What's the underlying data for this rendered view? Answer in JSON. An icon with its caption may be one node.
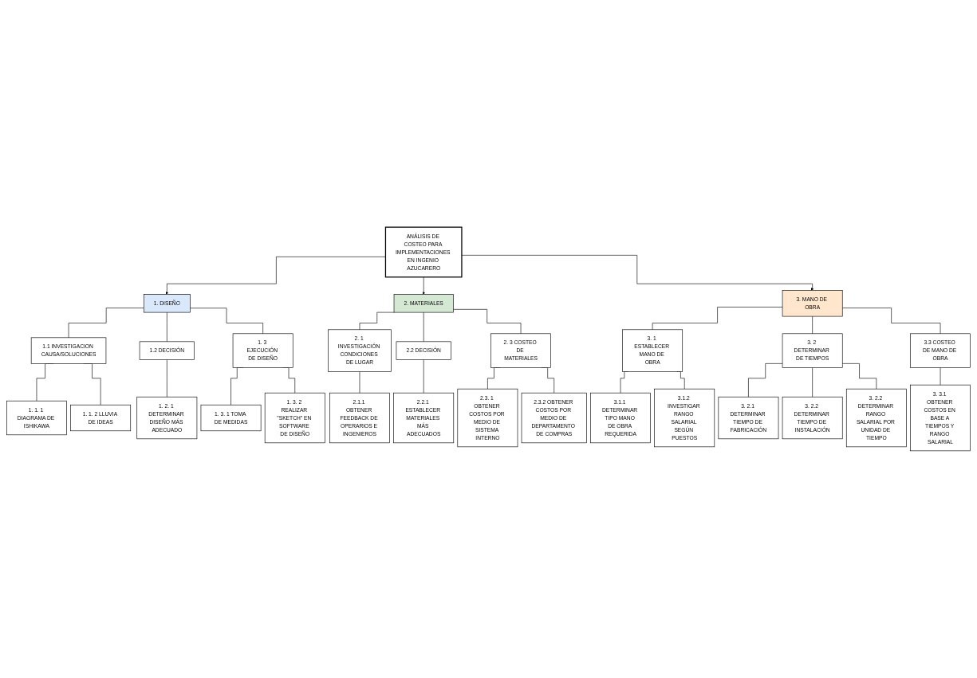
{
  "diagram": {
    "nodes": [
      {
        "text": [
          "ANÁLISIS DE COSTEO PARA IMPLEMENTACIONES EN INGENIO AZUCARERO"
        ]
      },
      {
        "text": [
          "1. DISEÑO"
        ]
      },
      {
        "text": [
          "2. MATERIALES"
        ]
      },
      {
        "text": [
          "3. MANO DE OBRA"
        ]
      },
      {
        "text": [
          "1.1 INVESTIGACION CAUSA/SOLUCIONES"
        ]
      },
      {
        "text": [
          "1.2 DECISIÓN"
        ]
      },
      {
        "text": [
          "1. 3 EJECUCIÓN DE DISEÑO"
        ]
      },
      {
        "text": [
          "2. 1 INVESTIGACIÓN CONDICIONES DE LUGAR"
        ]
      },
      {
        "text": [
          "2.2 DECISIÓN"
        ]
      },
      {
        "text": [
          "2. 3 COSTEO DE MATERIALES"
        ]
      },
      {
        "text": [
          "3. 1 ESTABLECER MANO DE OBRA"
        ]
      },
      {
        "text": [
          "3. 2 DETERMINAR DE TIEMPOS"
        ]
      },
      {
        "text": [
          "3.3 COSTEO DE MANO DE OBRA"
        ]
      },
      {
        "text": [
          "1. 1. 1 DIAGRAMA DE ISHIKAWA"
        ]
      },
      {
        "text": [
          "1. 1. 2 LLUVIA DE IDEAS"
        ]
      },
      {
        "text": [
          "1. 2. 1 DETERMINAR DISEÑO MÁS ADECUADO"
        ]
      },
      {
        "text": [
          "1. 3. 1 TOMA DE MEDIDAS"
        ]
      },
      {
        "text": [
          "1. 3. 2 REALIZAR \"SKETCH\" EN SOFTWARE DE DISEÑO"
        ]
      },
      {
        "text": [
          "2.1.1 OBTENER FEEDBACK DE OPERARIOS E INGENIEROS"
        ]
      },
      {
        "text": [
          "2.2.1 ESTABLECER MATERIALES MÁS ADECUADOS"
        ]
      },
      {
        "text": [
          "2.3. 1 OBTENER COSTOS POR MEDIO DE SISTEMA INTERNO"
        ]
      },
      {
        "text": [
          "2.3.2 OBTENER COSTOS POR MEDIO DE DEPARTAMENTO DE COMPRAS"
        ]
      },
      {
        "text": [
          "3.1.1 DETERMINAR TIPO MANO DE OBRA REQUERIDA"
        ]
      },
      {
        "text": [
          "3.1.2 INVESTIGAR RANGO SALARIAL SEGÚN PUESTOS"
        ]
      },
      {
        "text": [
          "3. 2.1 DETERMINAR TIEMPO DE FABRICACIÓN"
        ]
      },
      {
        "text": [
          "3. 2.2 DETERMINAR TIEMPO DE INSTALACIÓN"
        ]
      },
      {
        "text": [
          "3. 2.2 DETERMINAR RANGO SALARIAL POR UNIDAD DE TIEMPO"
        ]
      },
      {
        "text": [
          "3. 3.1 OBTENER COSTOS EN BASE A TIEMPOS Y RANGO SALARIAL"
        ]
      }
    ],
    "edges": [
      {
        "from": 0,
        "to": 1,
        "arrow": "to"
      },
      {
        "from": 0,
        "to": 2,
        "arrow": "to"
      },
      {
        "from": 0,
        "to": 3,
        "arrow": "to"
      },
      {
        "from": 1,
        "to": 4,
        "arrow": "none"
      },
      {
        "from": 1,
        "to": 5,
        "arrow": "none"
      },
      {
        "from": 1,
        "to": 6,
        "arrow": "none"
      },
      {
        "from": 2,
        "to": 7,
        "arrow": "none"
      },
      {
        "from": 2,
        "to": 8,
        "arrow": "none"
      },
      {
        "from": 2,
        "to": 9,
        "arrow": "none"
      },
      {
        "from": 3,
        "to": 10,
        "arrow": "none"
      },
      {
        "from": 3,
        "to": 11,
        "arrow": "none"
      },
      {
        "from": 3,
        "to": 12,
        "arrow": "none"
      },
      {
        "from": 4,
        "to": 13,
        "arrow": "none"
      },
      {
        "from": 4,
        "to": 14,
        "arrow": "none"
      },
      {
        "from": 5,
        "to": 15,
        "arrow": "none"
      },
      {
        "from": 6,
        "to": 16,
        "arrow": "none"
      },
      {
        "from": 6,
        "to": 17,
        "arrow": "none"
      },
      {
        "from": 7,
        "to": 18,
        "arrow": "none"
      },
      {
        "from": 8,
        "to": 19,
        "arrow": "none"
      },
      {
        "from": 9,
        "to": 20,
        "arrow": "none"
      },
      {
        "from": 9,
        "to": 21,
        "arrow": "none"
      },
      {
        "from": 10,
        "to": 22,
        "arrow": "none"
      },
      {
        "from": 10,
        "to": 23,
        "arrow": "none"
      },
      {
        "from": 11,
        "to": 24,
        "arrow": "none"
      },
      {
        "from": 11,
        "to": 25,
        "arrow": "none"
      },
      {
        "from": 11,
        "to": 26,
        "arrow": "none"
      },
      {
        "from": 12,
        "to": 27,
        "arrow": "none"
      }
    ]
  }
}
